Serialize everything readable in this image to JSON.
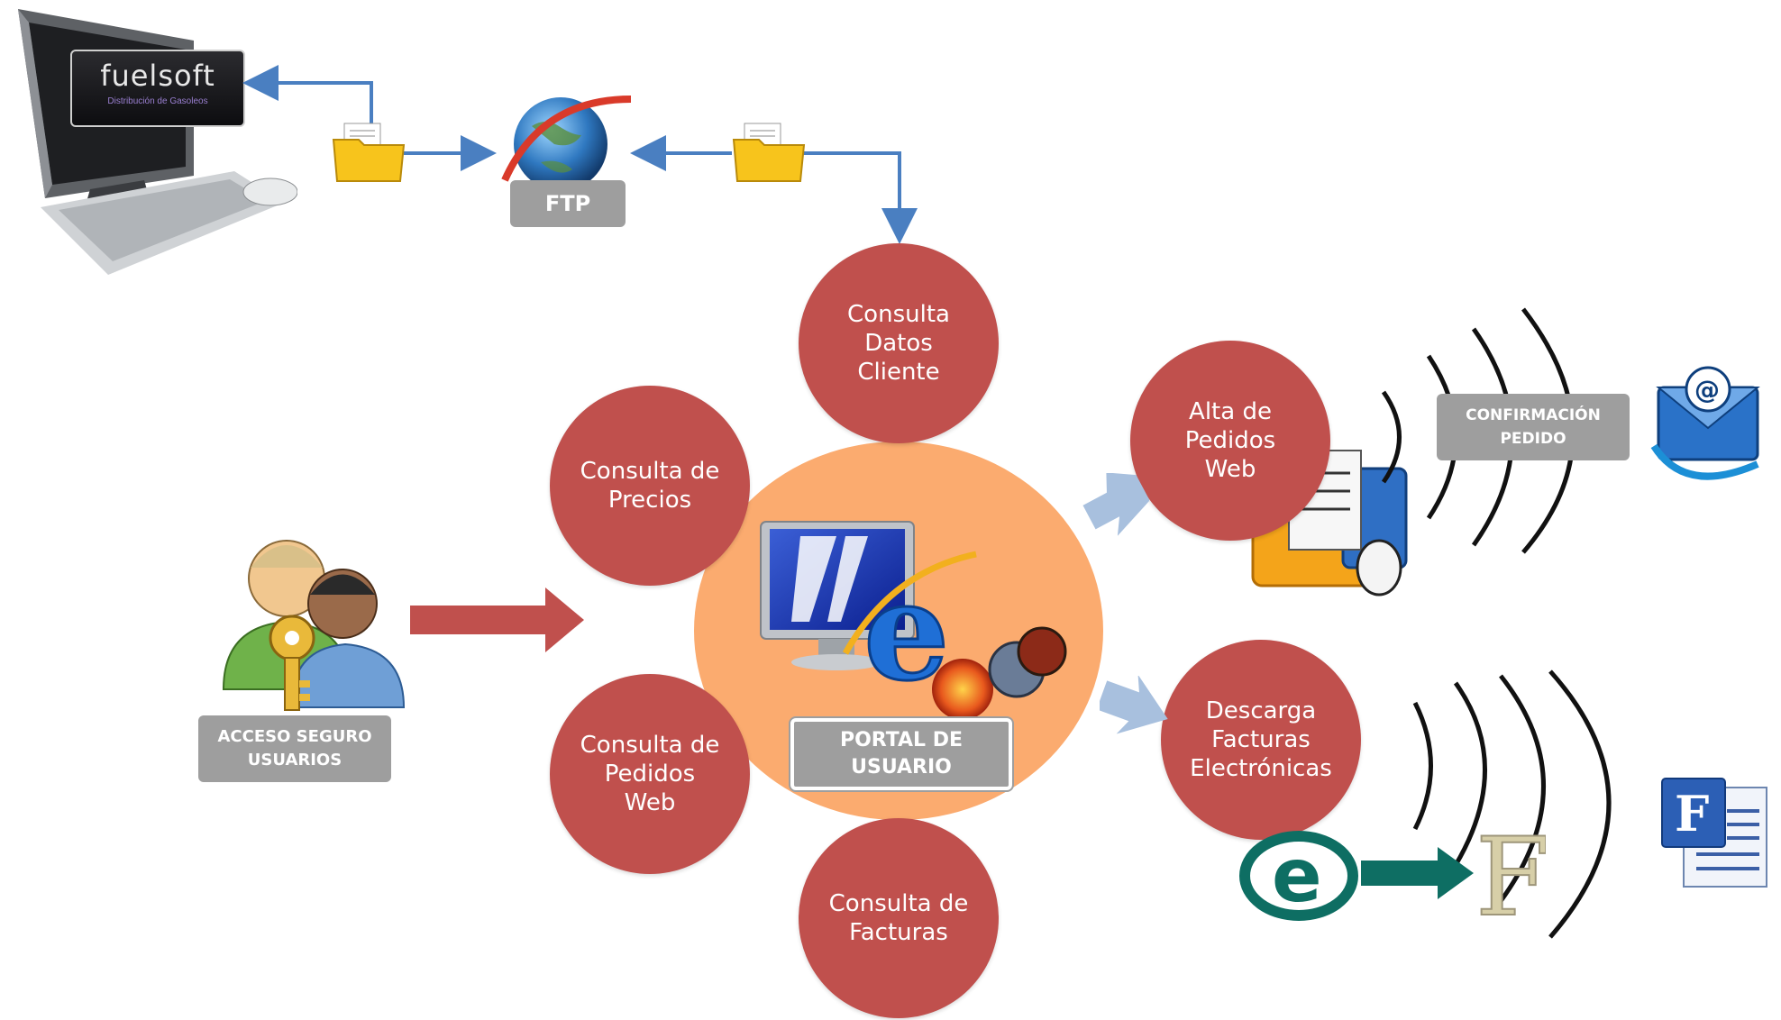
{
  "logo": {
    "brand": "fuelsoft",
    "tagline": "Distribución de Gasoleos"
  },
  "ftp": {
    "label": "FTP"
  },
  "nodes": {
    "datos_cliente": "Consulta\nDatos\nCliente",
    "precios": "Consulta de\nPrecios",
    "pedidos_web": "Consulta de\nPedidos\nWeb",
    "facturas": "Consulta de\nFacturas",
    "alta_pedidos": "Alta de\nPedidos\nWeb",
    "descarga_facturas": "Descarga\nFacturas\nElectrónicas"
  },
  "hub": {
    "label": "PORTAL DE\nUSUARIO"
  },
  "access": {
    "label": "ACCESO SEGURO\nUSUARIOS"
  },
  "confirmation": {
    "label": "CONFIRMACIÓN\nPEDIDO"
  },
  "colors": {
    "node_red": "#c0504d",
    "hub_orange": "#fbab6f",
    "label_grey": "#9e9e9e",
    "connector_blue": "#4a7fc1",
    "big_arrow_red": "#c0504d",
    "soft_arrow_blue": "#a8c0de"
  }
}
